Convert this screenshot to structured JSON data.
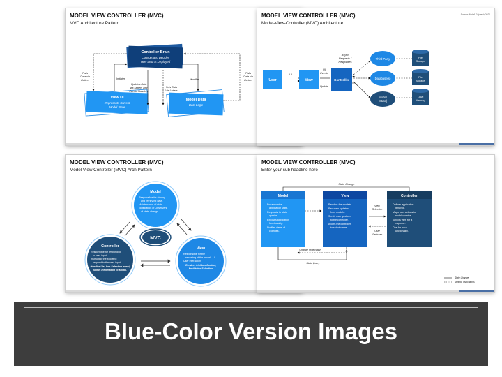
{
  "colors": {
    "dark_blue": "#1f4e79",
    "mid_blue": "#1565c0",
    "bright_blue": "#1e88e5",
    "light_blue": "#2196f3",
    "banner_bg": "#3d3d3d"
  },
  "slides": [
    {
      "title": "MODEL VIEW CONTROLLER (MVC)",
      "subtitle": "MVC Architecture Pattern",
      "boxes": {
        "brain_title": "Controller Brain",
        "brain_desc1": "Controls and Decides",
        "brain_desc2": "How Data is Displayed",
        "view_title": "View UI",
        "view_desc1": "Represents Current",
        "view_desc2": "Model State",
        "model_title": "Model Data",
        "model_desc": "Data Logic"
      },
      "labels": {
        "pulls_left": [
          "Pulls",
          "Data via",
          "Getters"
        ],
        "initiates": "Initiates",
        "updates": [
          "Updates Data",
          "via Setters and",
          "Events Handlers"
        ],
        "sets": [
          "Sets Data",
          "Via Letters"
        ],
        "modifies": "Modifies",
        "pulls_right": [
          "Pulls",
          "Data via",
          "Getters"
        ]
      }
    },
    {
      "title": "MODEL VIEW CONTROLLER (MVC)",
      "subtitle": "Model-View-Controller (MVC) Architecture",
      "source": "Source: Nidhil Gejwekh,2021",
      "nodes": {
        "user": "User",
        "view": "View",
        "controller": "Controller",
        "third_party": "Third Party",
        "database": "Database(s)",
        "model": [
          "Model",
          "(State)"
        ],
        "file_storage_1": [
          "File",
          "Storage"
        ],
        "file_storage_2": [
          "File",
          "Storage"
        ],
        "local_memory": [
          "Local",
          "Memory"
        ]
      },
      "labels": {
        "ui": "UI",
        "ui_events": [
          "UI",
          "Events"
        ],
        "update": "Update",
        "async": [
          "Async",
          "Requests /",
          "Responses"
        ]
      }
    },
    {
      "title": "MODEL VIEW CONTROLLER (MVC)",
      "subtitle": "Model View Controller (MVC) Arch Pattern",
      "center": "MVC",
      "model": {
        "title": "Model",
        "bullets": [
          "Responsible for storing",
          "and retrieving data.",
          "Maintenance of state.",
          "Notification of Observers",
          "of state change."
        ]
      },
      "controller": {
        "title": "Controller",
        "bullets": [
          "Responsible for responding",
          "to user input.",
          "Instructing the Model to",
          "respond to the user input."
        ],
        "italic": [
          "Handles List box Selection event,",
          "sends information to Model."
        ]
      },
      "view": {
        "title": "View",
        "bullets": [
          "Responsible for the",
          "rendering of the model - UI.",
          "User interaction."
        ],
        "italic": [
          "Renders List box Control,",
          "Facilitates Selection"
        ]
      }
    },
    {
      "title": "MODEL VIEW CONTROLLER (MVC)",
      "subtitle": "Enter your sub headline here",
      "state_change": "State Change",
      "change_notification": "Change Notification",
      "state_query": "State Query",
      "view_selection": [
        "View",
        "Selection"
      ],
      "user_gestures": [
        "User",
        "Gestures"
      ],
      "model": {
        "title": "Model",
        "bullets": [
          [
            "Encapsulates",
            "application state."
          ],
          [
            "Responds to state",
            "queries."
          ],
          [
            "Exposes application",
            "functionality."
          ],
          [
            "Notifies views of",
            "changes."
          ]
        ]
      },
      "view": {
        "title": "View",
        "bullets": [
          [
            "Renders the models."
          ],
          [
            "Requests updates",
            "from models."
          ],
          [
            "Sends user gestures",
            "to the controller."
          ],
          [
            "Allows the controller",
            "to select views."
          ]
        ]
      },
      "controller": {
        "title": "Controller",
        "bullets": [
          [
            "Defines application",
            "behavior."
          ],
          [
            "Maps user actions to",
            "model updates."
          ],
          [
            "Selects view for a",
            "response."
          ],
          [
            "One for each",
            "functionality."
          ]
        ]
      },
      "legend": [
        "State Change",
        "Method Invocations"
      ]
    }
  ],
  "banner": {
    "title": "Blue-Color Version Images"
  }
}
